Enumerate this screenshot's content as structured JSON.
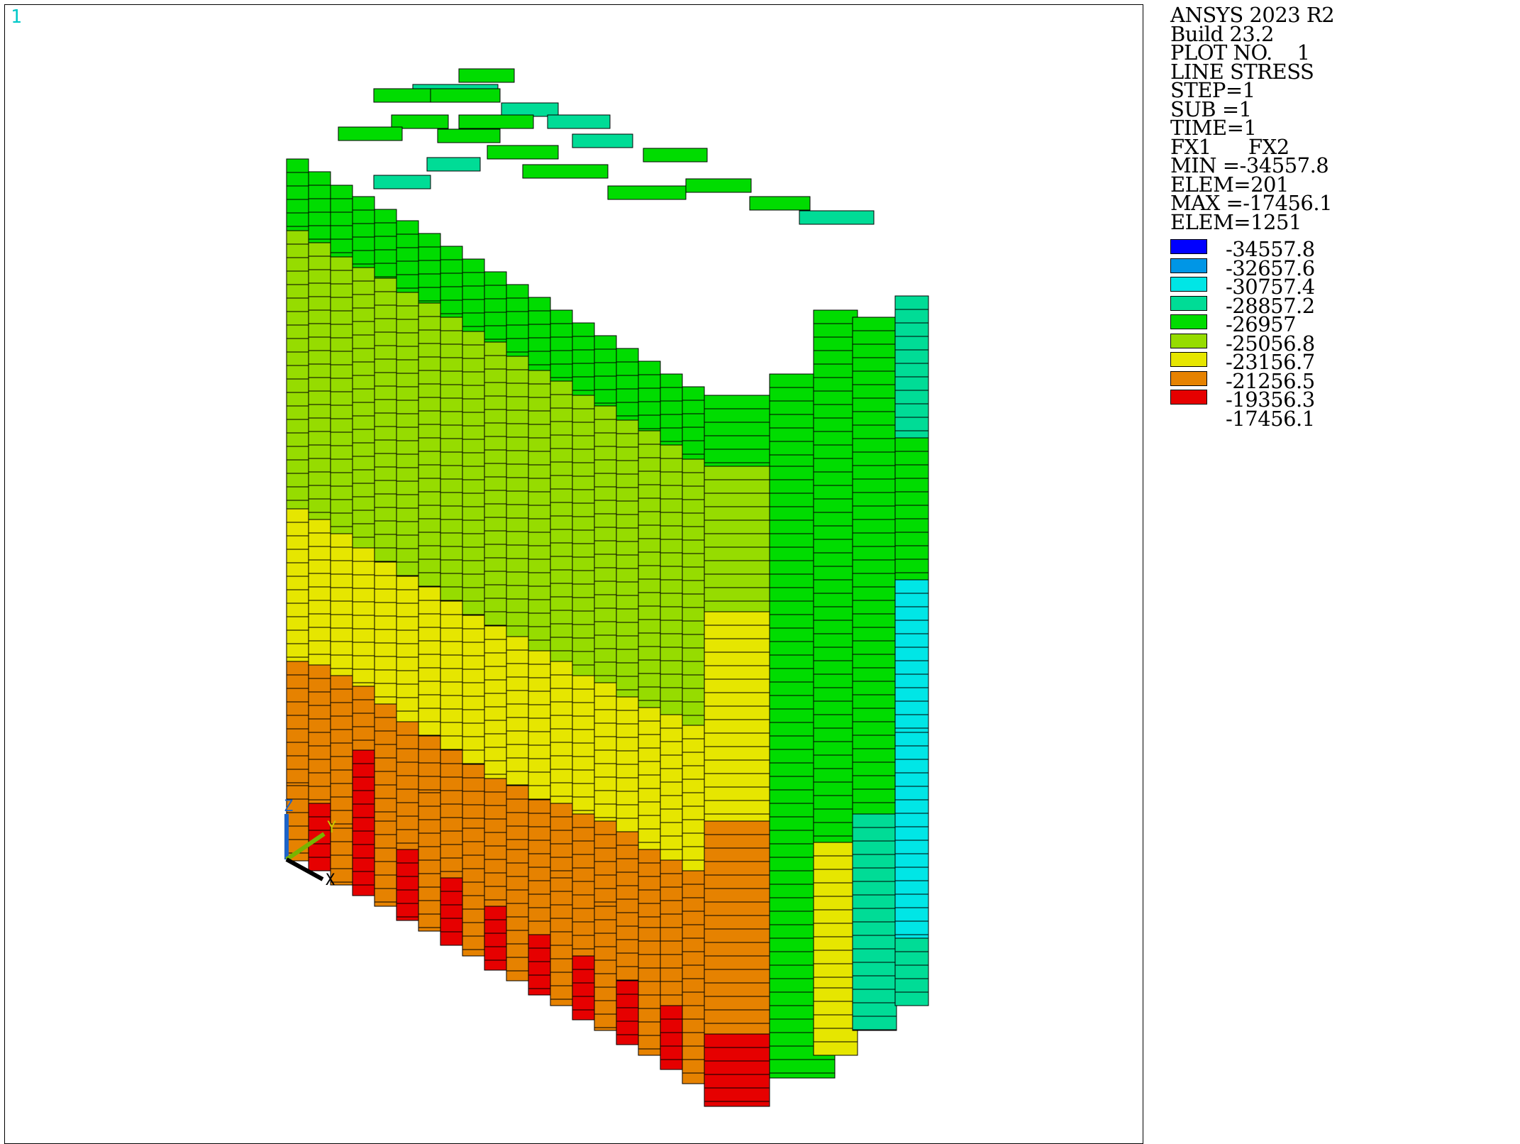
{
  "window_number": "1",
  "info_lines": [
    "ANSYS 2023 R2",
    "Build 23.2",
    "PLOT NO.    1",
    "LINE STRESS",
    "STEP=1",
    "SUB =1",
    "TIME=1",
    "FX1      FX2",
    "MIN =-34557.8",
    "ELEM=201",
    "MAX =-17456.1",
    "ELEM=1251"
  ],
  "legend": [
    {
      "value": "-34557.8",
      "color": "#0000ff"
    },
    {
      "value": "-32657.6",
      "color": "#0096e6"
    },
    {
      "value": "-30757.4",
      "color": "#00e6e6"
    },
    {
      "value": "-28857.2",
      "color": "#00dc96"
    },
    {
      "value": "-26957",
      "color": "#00dc00"
    },
    {
      "value": "-25056.8",
      "color": "#96dc00"
    },
    {
      "value": "-23156.7",
      "color": "#e6e600"
    },
    {
      "value": "-21256.5",
      "color": "#e68200"
    },
    {
      "value": "-19356.3",
      "color": "#e60000"
    },
    {
      "value": "-17456.1",
      "color": null
    }
  ],
  "triad": {
    "z_label": "Z",
    "y_label": "Y",
    "x_label": "X"
  },
  "mesh_colors": {
    "green": "#00dc00",
    "teal": "#00dc96",
    "cyan": "#00e6e6",
    "yellow_green": "#96dc00",
    "yellow": "#e6e600",
    "orange": "#e68200",
    "red": "#e60000"
  }
}
